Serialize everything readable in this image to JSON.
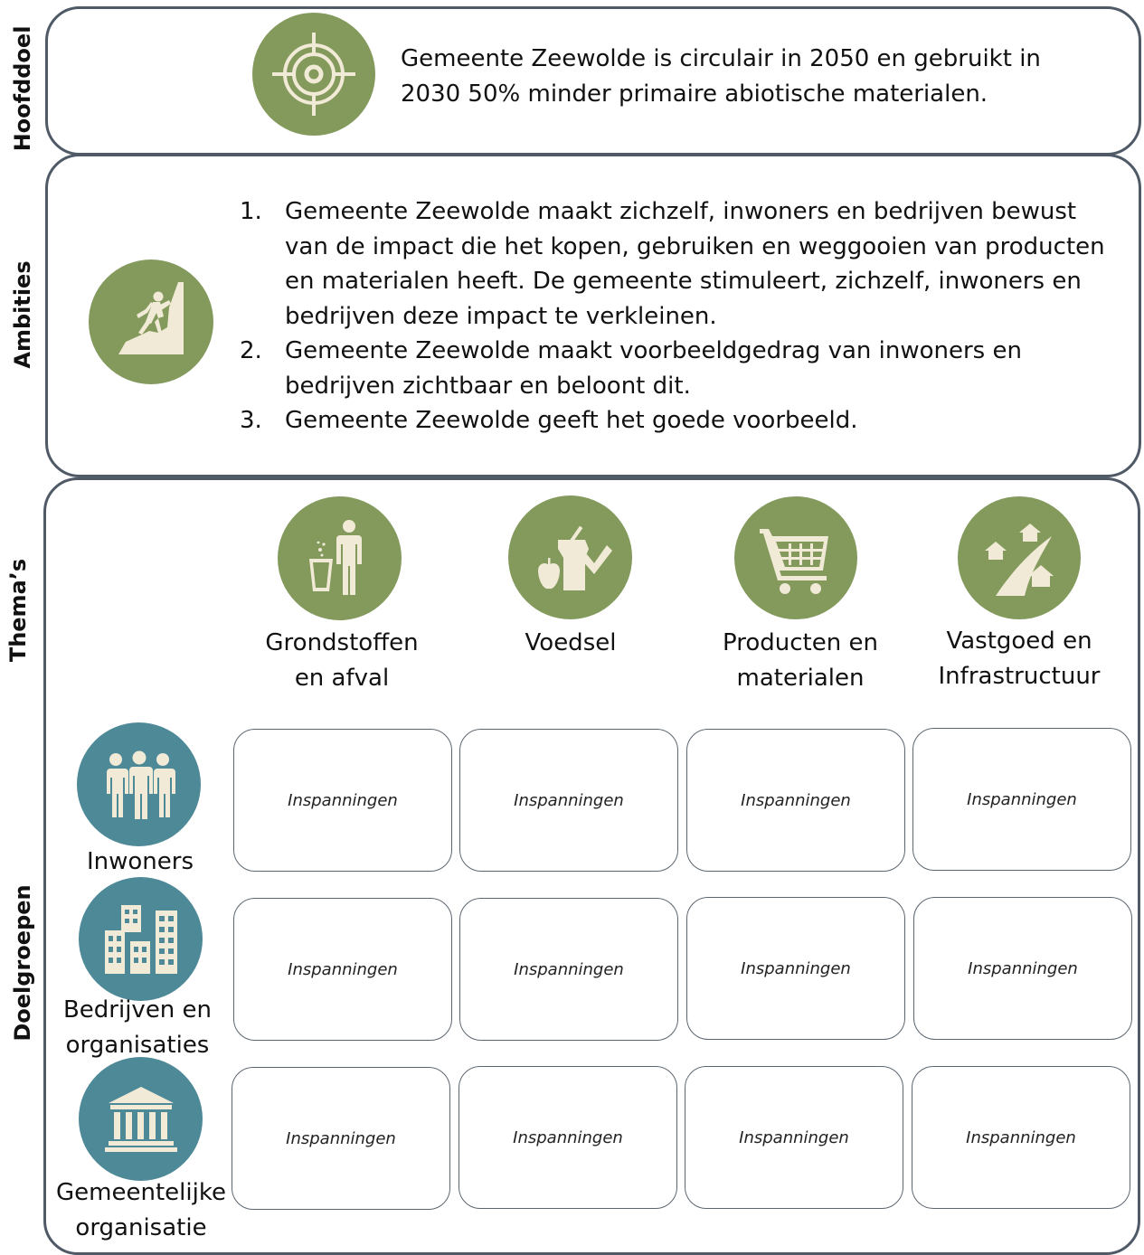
{
  "hoofddoel": {
    "side_label": "Hoofddoel",
    "icon": "target-icon",
    "line1": "Gemeente Zeewolde is circulair in 2050 en gebruikt in",
    "line2": "2030 50% minder primaire abiotische materialen."
  },
  "ambities": {
    "side_label": "Ambities",
    "icon": "climber-icon",
    "items": [
      {
        "num": "1.",
        "lines": [
          "Gemeente Zeewolde maakt zichzelf, inwoners en bedrijven bewust",
          "van de impact die het kopen, gebruiken en weggooien van producten",
          "en materialen heeft. De gemeente stimuleert, zichzelf, inwoners en",
          "bedrijven deze impact te verkleinen."
        ]
      },
      {
        "num": "2.",
        "lines": [
          "Gemeente Zeewolde maakt voorbeeldgedrag van inwoners en",
          "bedrijven zichtbaar en beloont dit."
        ]
      },
      {
        "num": "3.",
        "lines": [
          "Gemeente Zeewolde geeft het goede voorbeeld."
        ]
      }
    ]
  },
  "themas": {
    "side_label": "Thema’s",
    "items": [
      {
        "icon": "waste-bin-person-icon",
        "line1": "Grondstoffen",
        "line2": "en afval"
      },
      {
        "icon": "food-icon",
        "line1": "Voedsel",
        "line2": ""
      },
      {
        "icon": "shopping-cart-icon",
        "line1": "Producten en",
        "line2": "materialen"
      },
      {
        "icon": "houses-road-icon",
        "line1": "Vastgoed en",
        "line2": "Infrastructuur"
      }
    ]
  },
  "doelgroepen": {
    "side_label": "Doelgroepen",
    "groups": [
      {
        "icon": "people-icon",
        "line1": "Inwoners",
        "line2": ""
      },
      {
        "icon": "buildings-icon",
        "line1": "Bedrijven en",
        "line2": "organisaties"
      },
      {
        "icon": "government-building-icon",
        "line1": "Gemeentelijke",
        "line2": "organisatie"
      }
    ],
    "cell_label": "Inspanningen"
  },
  "colors": {
    "theme_icon_bg": "#849a5d",
    "group_icon_bg": "#4e8998",
    "icon_fg": "#f1ead6",
    "panel_border": "#4f5a66"
  }
}
